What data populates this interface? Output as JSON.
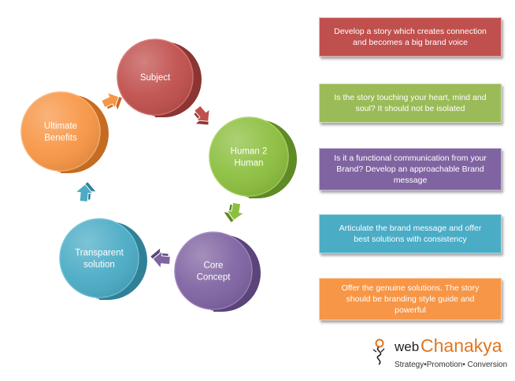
{
  "circles": [
    {
      "id": "subject",
      "lines": [
        "Subject"
      ],
      "color": "#c0504d",
      "dark": "#8c3532",
      "light": "#d4706c"
    },
    {
      "id": "human",
      "lines": [
        "Human 2",
        "Human"
      ],
      "color": "#8cbf3f",
      "dark": "#5f8a25",
      "light": "#a6d15e"
    },
    {
      "id": "core",
      "lines": [
        "Core",
        "Concept"
      ],
      "color": "#8064a2",
      "dark": "#5a4479",
      "light": "#9a80bb"
    },
    {
      "id": "transparent",
      "lines": [
        "Transparent",
        "solution"
      ],
      "color": "#4bacc6",
      "dark": "#2f8198",
      "light": "#6fc1d6"
    },
    {
      "id": "benefits",
      "lines": [
        "Ultimate",
        "Benefits"
      ],
      "color": "#f79646",
      "dark": "#c56c23",
      "light": "#f9ae6f"
    }
  ],
  "boxes": [
    {
      "text": "Develop a story which creates connection\nand becomes a big brand voice",
      "color": "#c0504d"
    },
    {
      "text": "Is the story touching your heart, mind and\nsoul? It should not be isolated",
      "color": "#9bbb59"
    },
    {
      "text": "Is it a functional communication from your\nBrand? Develop an approachable Brand\nmessage",
      "color": "#8064a2"
    },
    {
      "text": "Articulate the brand message and offer\nbest solutions with consistency",
      "color": "#4bacc6"
    },
    {
      "text": "Offer the genuine solutions. The story\nshould be branding style guide and\npowerful",
      "color": "#f79646"
    }
  ],
  "logo": {
    "prefix": "web",
    "brand": "Chanakya",
    "tagline": "Strategy•Promotion• Conversion",
    "brand_color": "#e07520"
  }
}
